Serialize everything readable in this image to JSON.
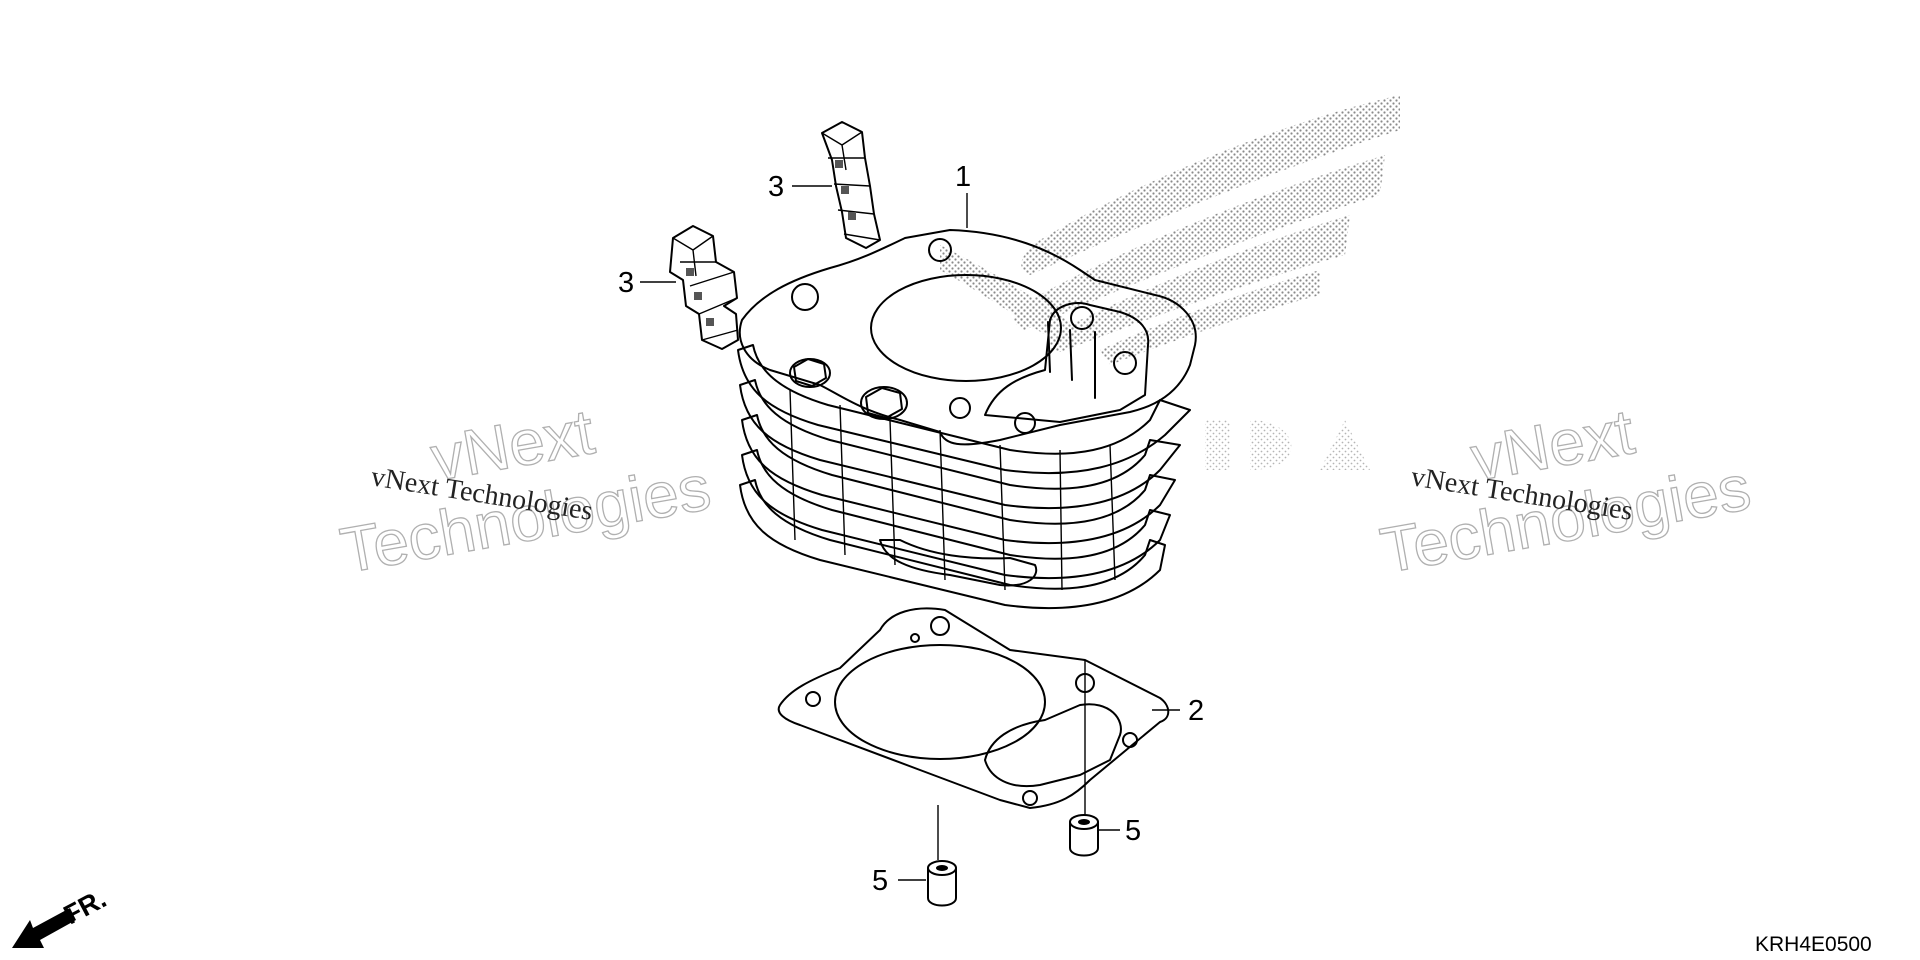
{
  "diagram": {
    "callouts": [
      {
        "id": "cylinder",
        "text": "1"
      },
      {
        "id": "gasket",
        "text": "2"
      },
      {
        "id": "insulator-left",
        "text": "3"
      },
      {
        "id": "insulator-right",
        "text": "3"
      },
      {
        "id": "dowel-right",
        "text": "5"
      },
      {
        "id": "dowel-left",
        "text": "5"
      }
    ],
    "watermarks": {
      "outline_line1": "vNext",
      "outline_line2": "Technologies",
      "solid": "vNext Technologies"
    },
    "direction_label": "FR.",
    "diagram_code": "KRH4E0500"
  }
}
